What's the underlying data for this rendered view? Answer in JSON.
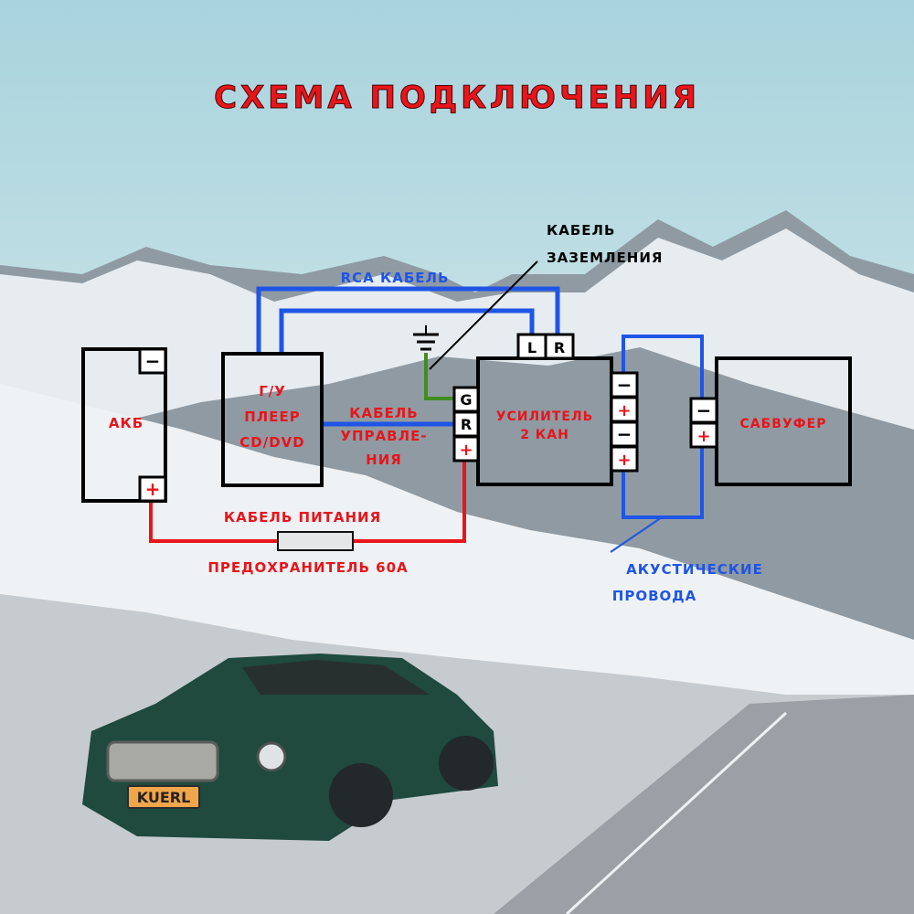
{
  "title": "СХЕМА ПОДКЛЮЧЕНИЯ",
  "blocks": {
    "battery": {
      "label": "АКБ",
      "minus": "−",
      "plus": "+"
    },
    "head_unit": {
      "line1": "Г/У",
      "line2": "ПЛЕЕР",
      "line3": "CD/DVD"
    },
    "amplifier": {
      "line1": "УСИЛИТЕЛЬ",
      "line2": "2 КАН",
      "term_l": "L",
      "term_r": "R",
      "term_g": "G",
      "term_rem": "R",
      "term_plus": "+",
      "out_minus_1": "−",
      "out_plus_1": "+",
      "out_minus_2": "−",
      "out_plus_2": "+"
    },
    "subwoofer": {
      "label": "САБВУФЕР",
      "minus": "−",
      "plus": "+"
    }
  },
  "labels": {
    "ground_line1": "КАБЕЛЬ",
    "ground_line2": "ЗАЗЕМЛЕНИЯ",
    "rca": "RCA КАБЕЛЬ",
    "control_line1": "КАБЕЛЬ",
    "control_line2": "УПРАВЛЕ-",
    "control_line3": "НИЯ",
    "power": "КАБЕЛЬ ПИТАНИЯ",
    "fuse": "ПРЕДОХРАНИТЕЛЬ 60А",
    "speaker_line1": "АКУСТИЧЕСКИЕ",
    "speaker_line2": "ПРОВОДА"
  },
  "car_plate": "KUERL",
  "colors": {
    "red": "#e8151b",
    "blue": "#1f55e6",
    "green": "#3f8e1e",
    "black": "#000000"
  }
}
